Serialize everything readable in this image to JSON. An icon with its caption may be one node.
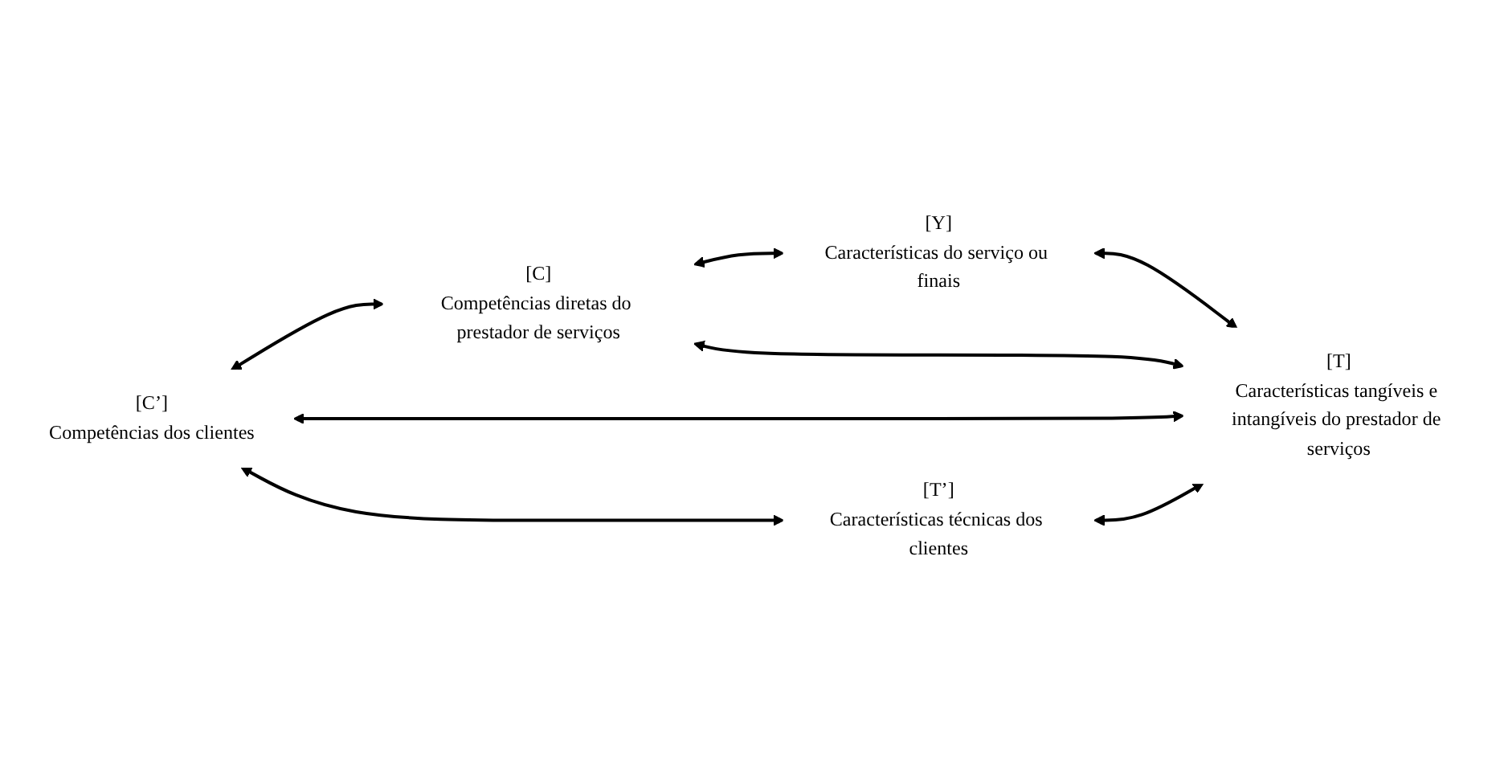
{
  "diagram": {
    "nodes": [
      {
        "text": [
          "[C]",
          "Competências diretas do prestador de serviços"
        ]
      },
      {
        "text": [
          "[C’]",
          "Competências dos clientes"
        ]
      },
      {
        "text": [
          "[Y]",
          "Características do serviço ou finais"
        ]
      },
      {
        "text": [
          "[T’]",
          "Características técnicas dos clientes"
        ]
      },
      {
        "text": [
          "[T]",
          "Características tangíveis e intangíveis do prestador de serviços"
        ]
      }
    ],
    "edges": [
      {
        "from": 1,
        "to": 0,
        "arrow": "both"
      },
      {
        "from": 0,
        "to": 2,
        "arrow": "both"
      },
      {
        "from": 0,
        "to": 4,
        "arrow": "both"
      },
      {
        "from": 1,
        "to": 4,
        "arrow": "both"
      },
      {
        "from": 1,
        "to": 3,
        "arrow": "both"
      },
      {
        "from": 3,
        "to": 4,
        "arrow": "both"
      },
      {
        "from": 2,
        "to": 4,
        "arrow": "both"
      }
    ]
  }
}
